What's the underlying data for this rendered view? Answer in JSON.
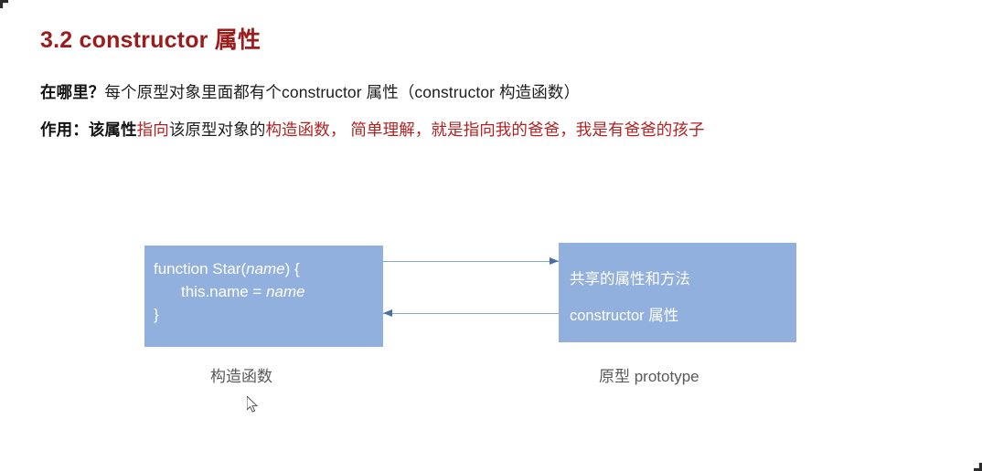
{
  "slide": {
    "title": "3.2 constructor 属性",
    "title_color": "#9b1c1c",
    "body_lines": {
      "line1": {
        "lead": "在哪里？",
        "rest": "每个原型对象里面都有个constructor 属性（constructor 构造函数）"
      },
      "line2": {
        "lead": "作用：",
        "black1": "该属性",
        "red1": "指向",
        "black2": "该原型对象的",
        "red2": "构造函数， 简单理解，就是指向我的爸爸，我是有爸爸的孩子"
      }
    },
    "diagram": {
      "box_color": "#91b0dd",
      "arrow_color": "#4a6fa5",
      "left_box": {
        "code_line1": "function Star(",
        "code_param1": "name",
        "code_line1_end": ") {",
        "code_line2": "this.name = ",
        "code_param2": "name",
        "code_line3": "}",
        "caption": "构造函数"
      },
      "right_box": {
        "text1": "共享的属性和方法",
        "text2": "constructor 属性",
        "caption": "原型 prototype"
      },
      "arrows": [
        {
          "name": "constructor-to-prototype",
          "direction": "right"
        },
        {
          "name": "prototype-to-constructor",
          "direction": "left"
        }
      ]
    }
  }
}
